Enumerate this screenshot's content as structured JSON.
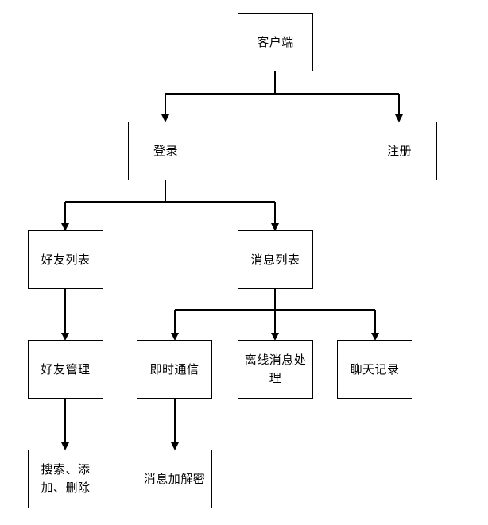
{
  "nodes": {
    "client": "客户端",
    "login": "登录",
    "register": "注册",
    "friend_list": "好友列表",
    "message_list": "消息列表",
    "friend_management": "好友管理",
    "instant_messaging": "即时通信",
    "offline_message": "离线消息处理",
    "chat_history": "聊天记录",
    "search_add_delete": "搜索、添加、删除",
    "message_encryption": "消息加解密"
  },
  "colors": {
    "stroke": "#000000",
    "fill": "#ffffff"
  }
}
